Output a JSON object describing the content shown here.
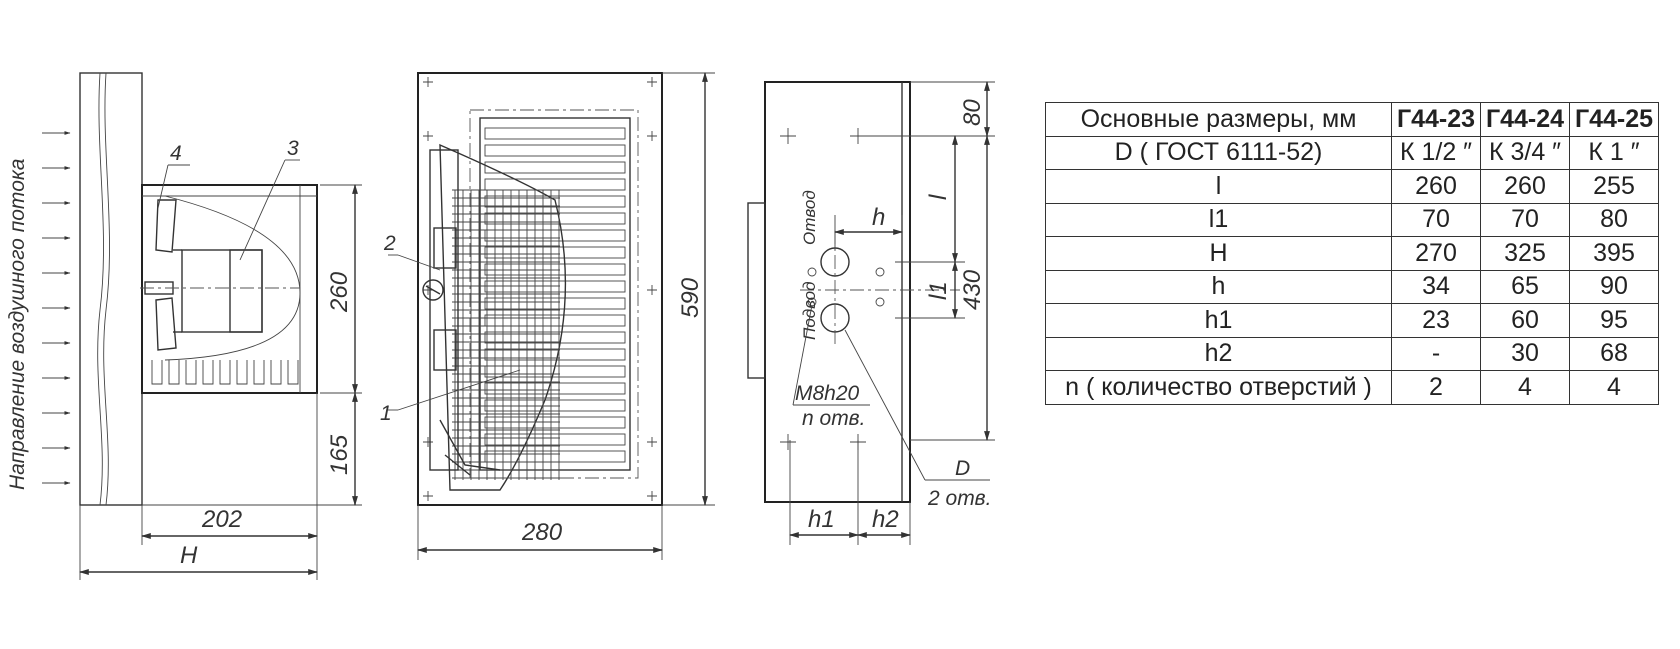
{
  "drawing": {
    "side_view": {
      "airflow_label": "Направление воздушного потока",
      "callouts": [
        "4",
        "3"
      ],
      "dims": [
        "260",
        "165",
        "202",
        "H"
      ]
    },
    "front_view": {
      "callouts": [
        "2",
        "1"
      ],
      "dims": [
        "590",
        "280"
      ]
    },
    "right_view": {
      "dims": [
        "80",
        "l",
        "l1",
        "430",
        "h",
        "h1",
        "h2"
      ],
      "labels": {
        "outlet": "Отвод",
        "inlet": "Подвод",
        "bolt": "M8h20",
        "holes": "n отв.",
        "diameter": "D",
        "diameter_holes": "2 отв."
      }
    }
  },
  "table": {
    "header": {
      "label": "Основные размеры, мм",
      "models": [
        "Г44-23",
        "Г44-24",
        "Г44-25"
      ]
    },
    "rows": [
      {
        "param": "D ( ГОСТ  6111-52)",
        "values": [
          "К 1/2 ″",
          "К 3/4 ″",
          "К 1 ″"
        ]
      },
      {
        "param": "l",
        "values": [
          "260",
          "260",
          "255"
        ]
      },
      {
        "param": "l1",
        "values": [
          "70",
          "70",
          "80"
        ]
      },
      {
        "param": "H",
        "values": [
          "270",
          "325",
          "395"
        ]
      },
      {
        "param": "h",
        "values": [
          "34",
          "65",
          "90"
        ]
      },
      {
        "param": "h1",
        "values": [
          "23",
          "60",
          "95"
        ]
      },
      {
        "param": "h2",
        "values": [
          "-",
          "30",
          "68"
        ]
      },
      {
        "param": "n ( количество отверстий )",
        "values": [
          "2",
          "4",
          "4"
        ]
      }
    ]
  }
}
